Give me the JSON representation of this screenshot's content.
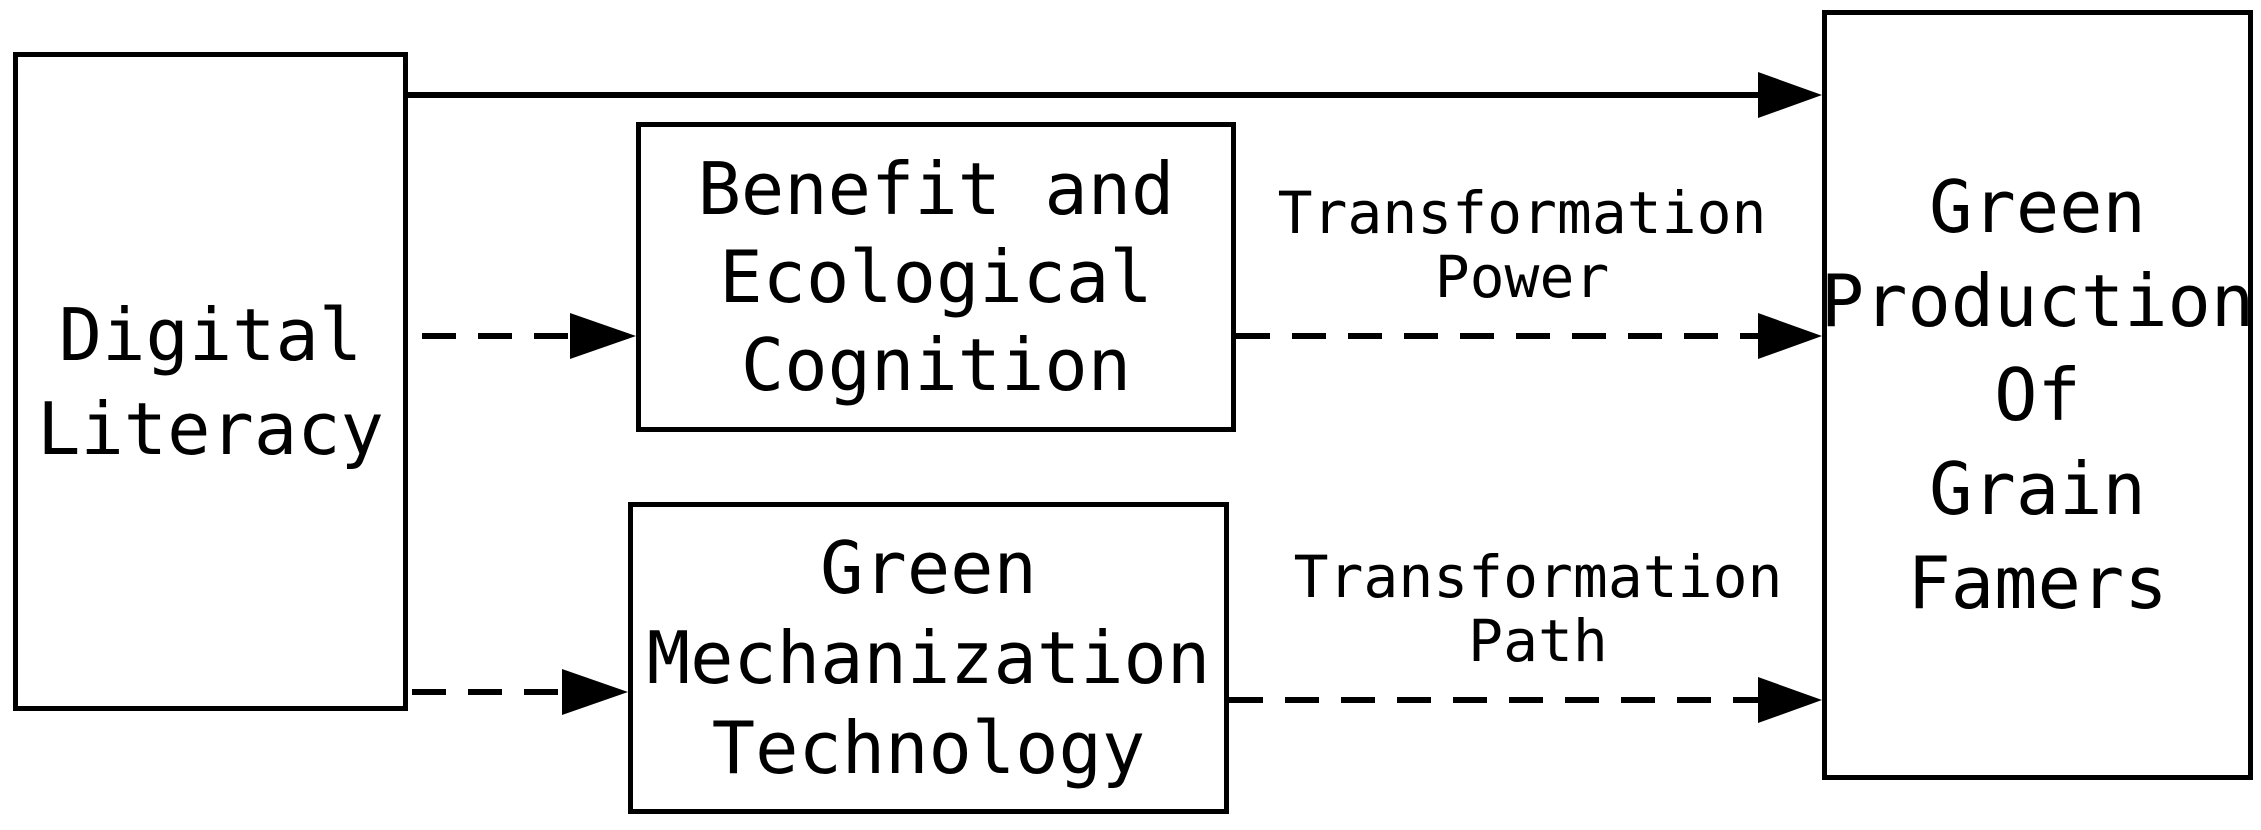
{
  "nodes": {
    "digital_literacy": {
      "lines": [
        "Digital",
        "Literacy"
      ]
    },
    "benefit_cognition": {
      "lines": [
        "Benefit and",
        "Ecological",
        "Cognition"
      ]
    },
    "mechanization": {
      "lines": [
        "Green",
        "Mechanization",
        "Technology"
      ]
    },
    "green_production": {
      "lines": [
        "Green",
        "Production",
        "Of",
        "Grain",
        "Famers"
      ]
    }
  },
  "edges": {
    "direct": {
      "style": "solid"
    },
    "to_benefit": {
      "style": "dashed"
    },
    "to_mechanization": {
      "style": "dashed"
    },
    "power": {
      "style": "dashed",
      "label_lines": [
        "Transformation",
        "Power"
      ]
    },
    "path": {
      "style": "dashed",
      "label_lines": [
        "Transformation",
        "Path"
      ]
    }
  },
  "colors": {
    "stroke": "#000000",
    "background": "#ffffff"
  }
}
